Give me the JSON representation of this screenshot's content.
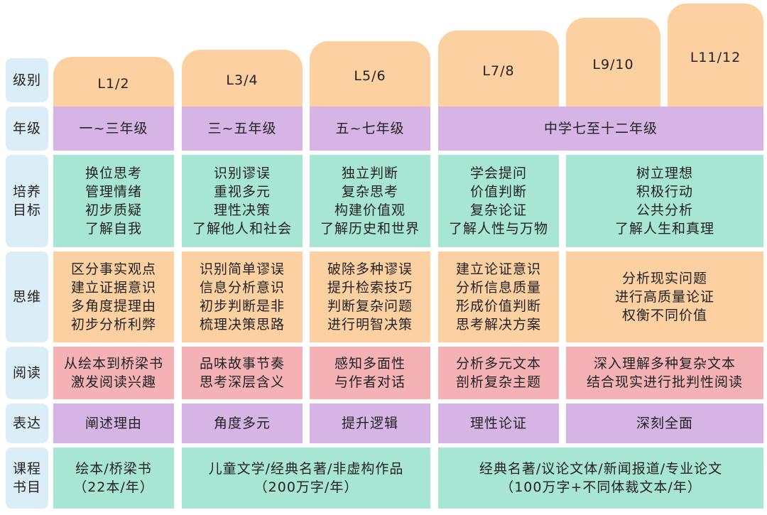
{
  "row_labels": {
    "level": [
      "级别"
    ],
    "grade": [
      "年级"
    ],
    "goal": [
      "培养",
      "目标"
    ],
    "thinking": [
      "思维"
    ],
    "reading": [
      "阅读"
    ],
    "expression": [
      "表达"
    ],
    "books": [
      "课程",
      "书目"
    ]
  },
  "levels": [
    "L1/2",
    "L3/4",
    "L5/6",
    "L7/8",
    "L9/10",
    "L11/12"
  ],
  "grades": [
    "一~三年级",
    "三~五年级",
    "五~七年级",
    "中学七至十二年级"
  ],
  "goals": [
    [
      "换位思考",
      "管理情绪",
      "初步质疑",
      "了解自我"
    ],
    [
      "识别谬误",
      "重视多元",
      "理性决策",
      "了解他人和社会"
    ],
    [
      "独立判断",
      "复杂思考",
      "构建价值观",
      "了解历史和世界"
    ],
    [
      "学会提问",
      "价值判断",
      "复杂论证",
      "了解人性与万物"
    ],
    [
      "树立理想",
      "积极行动",
      "公共分析",
      "了解人生和真理"
    ]
  ],
  "thinking": [
    [
      "区分事实观点",
      "建立证据意识",
      "多角度提理由",
      "初步分析利弊"
    ],
    [
      "识别简单谬误",
      "信息分析意识",
      "初步判断是非",
      "梳理决策思路"
    ],
    [
      "破除多种谬误",
      "提升检索技巧",
      "判断复杂问题",
      "进行明智决策"
    ],
    [
      "建立论证意识",
      "分析信息质量",
      "形成价值判断",
      "思考解决方案"
    ],
    [
      "分析现实问题",
      "进行高质量论证",
      "权衡不同价值"
    ]
  ],
  "reading": [
    [
      "从绘本到桥梁书",
      "激发阅读兴趣"
    ],
    [
      "品味故事节奏",
      "思考深层含义"
    ],
    [
      "感知多面性",
      "与作者对话"
    ],
    [
      "分析多元文本",
      "剖析复杂主题"
    ],
    [
      "深入理解多种复杂文本",
      "结合现实进行批判性阅读"
    ]
  ],
  "expression": [
    "阐述理由",
    "角度多元",
    "提升逻辑",
    "理性论证",
    "深刻全面"
  ],
  "books": [
    [
      "绘本/桥梁书",
      "（22本/年）"
    ],
    [
      "儿童文学/经典名著/非虚构作品",
      "（200万字/年）"
    ],
    [
      "经典名著/议论文体/新闻报道/专业论文",
      "（100万字+不同体裁文本/年）"
    ]
  ],
  "colors": {
    "label_bg": "#dbeef7",
    "level_bg": "#fdd0a1",
    "grade_bg": "#d6b5e6",
    "goal_bg": "#a7e6d2",
    "thinking_bg": "#fdd0a1",
    "reading_bg": "#f5b2b6",
    "expression_bg": "#d6b5e6",
    "books_bg": "#a7e6d2"
  }
}
